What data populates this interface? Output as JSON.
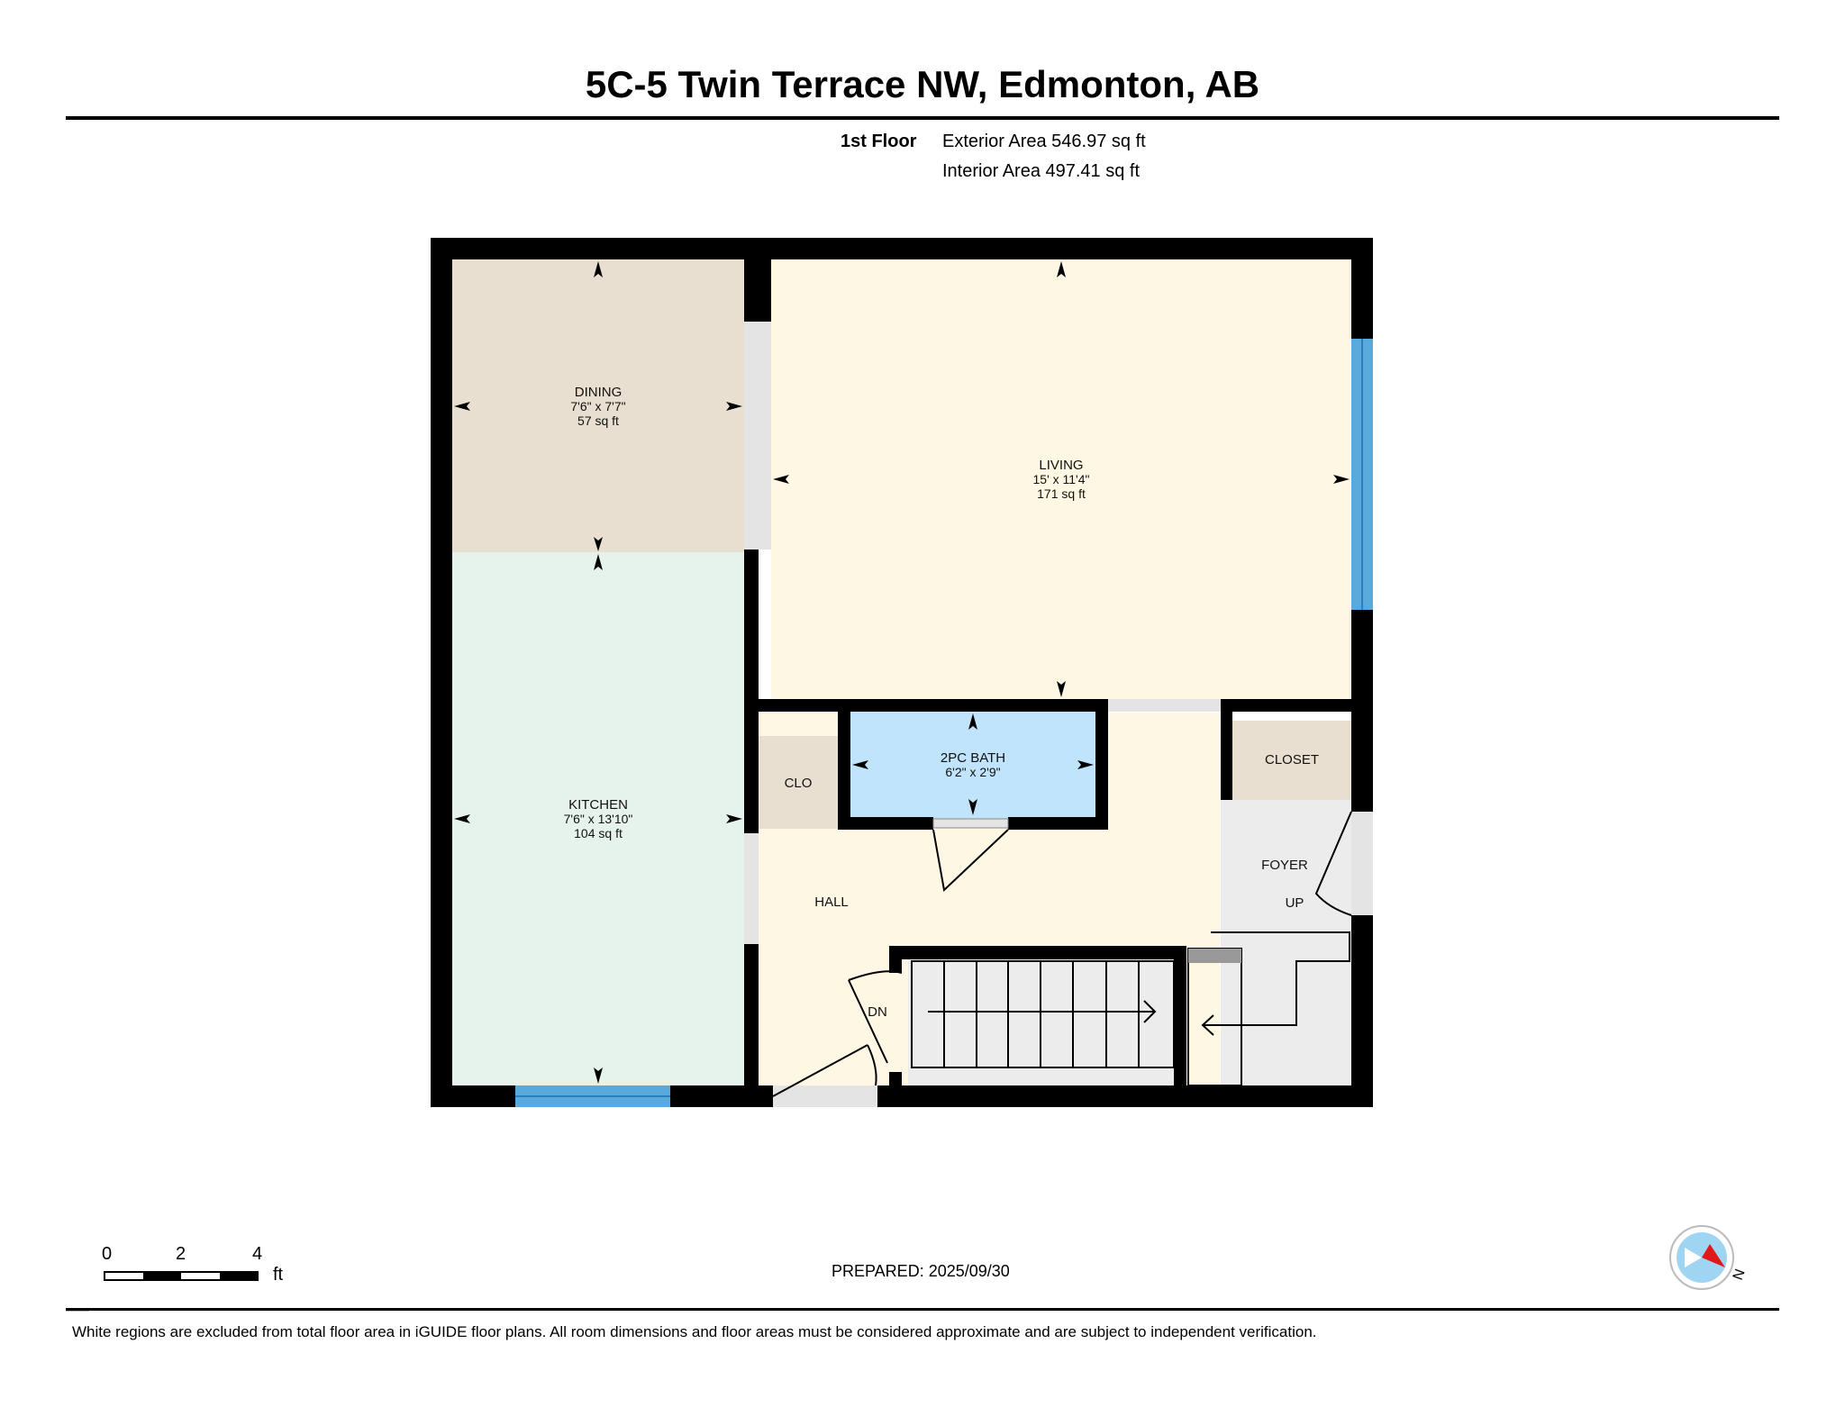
{
  "header": {
    "title": "5C-5 Twin Terrace NW, Edmonton, AB"
  },
  "areas": {
    "floor": "1st Floor",
    "exterior": "Exterior Area 546.97 sq ft",
    "interior": "Interior Area 497.41 sq ft"
  },
  "rooms": {
    "dining": {
      "name": "DINING",
      "dims": "7'6\" x 7'7\"",
      "area": "57 sq ft"
    },
    "living": {
      "name": "LIVING",
      "dims": "15' x 11'4\"",
      "area": "171 sq ft"
    },
    "kitchen": {
      "name": "KITCHEN",
      "dims": "7'6\" x 13'10\"",
      "area": "104 sq ft"
    },
    "bath": {
      "name": "2PC BATH",
      "dims": "6'2\" x 2'9\""
    },
    "clo": {
      "name": "CLO"
    },
    "closet": {
      "name": "CLOSET"
    },
    "hall": {
      "name": "HALL"
    },
    "foyer": {
      "name": "FOYER"
    },
    "up": "UP",
    "dn": "DN"
  },
  "colors": {
    "wall": "#000000",
    "dining": "#e8dfd0",
    "living": "#fdf7e3",
    "kitchen": "#e6f3ec",
    "bath": "#bfe4fb",
    "closet": "#e8dfd0",
    "foyer": "#ececec",
    "window": "#5aa9dc"
  },
  "scale": {
    "labels": [
      "0",
      "2",
      "4"
    ],
    "unit": "ft"
  },
  "prepared": "PREPARED: 2025/09/30",
  "compass": {
    "label": "N",
    "icon": "compass-icon"
  },
  "footer": {
    "note": "White regions are excluded from total floor area in iGUIDE floor plans. All room dimensions and floor areas must be considered approximate and are subject to independent verification."
  }
}
